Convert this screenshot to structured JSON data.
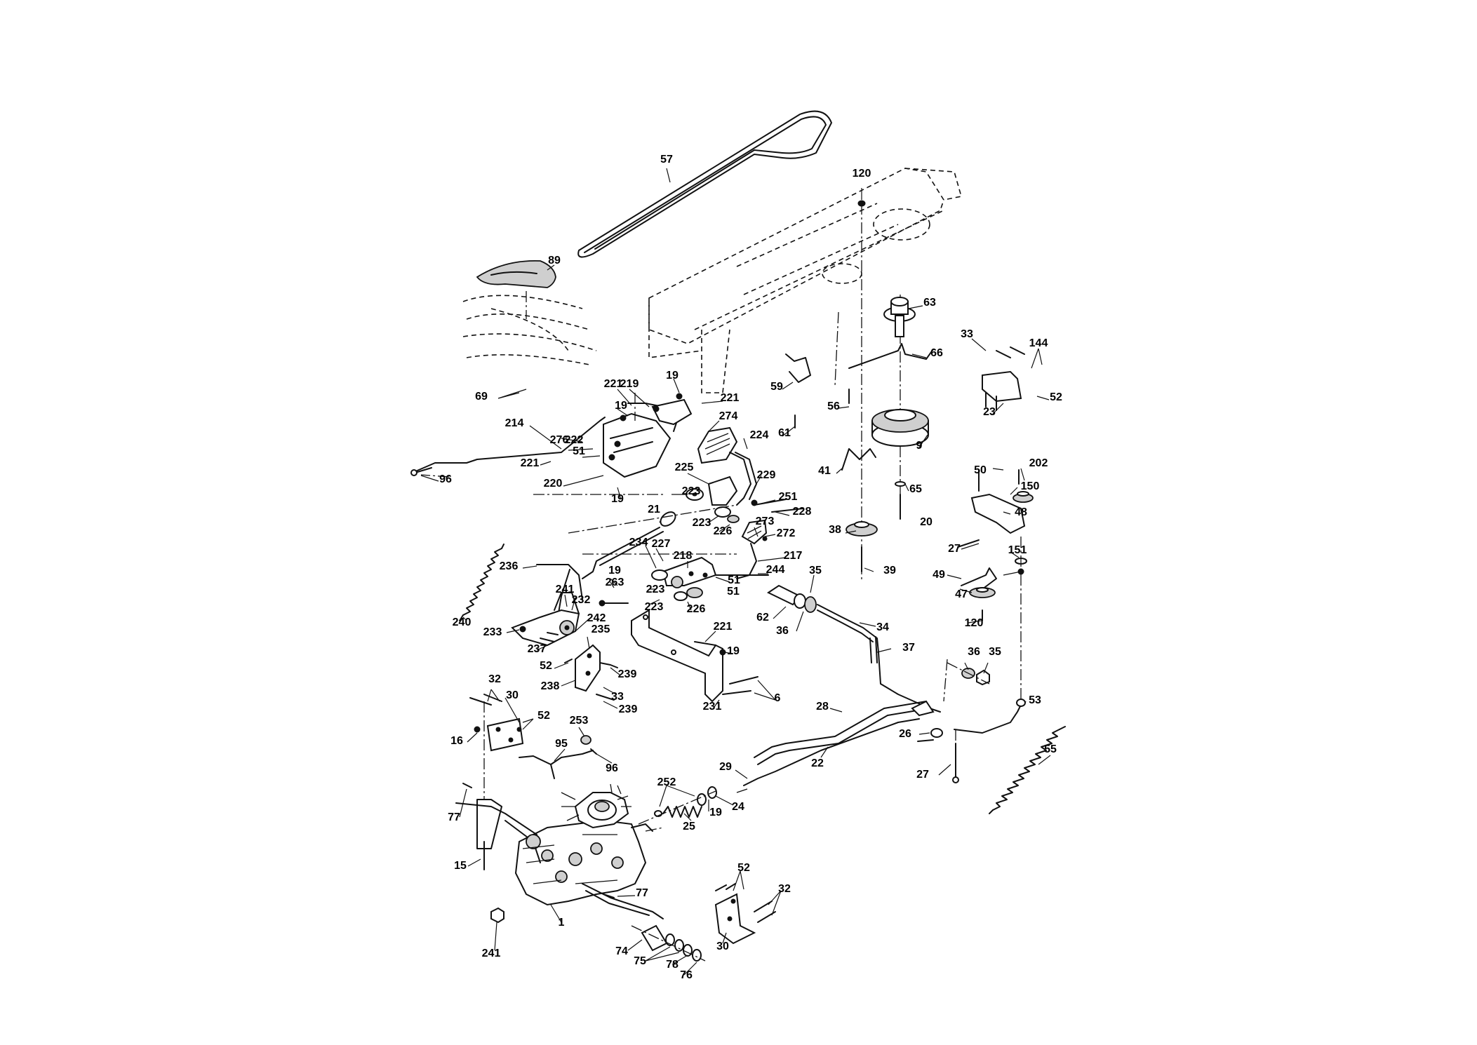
{
  "callouts": [
    {
      "text": "57"
    },
    {
      "text": "120"
    },
    {
      "text": "89"
    },
    {
      "text": "63"
    },
    {
      "text": "33"
    },
    {
      "text": "144"
    },
    {
      "text": "66"
    },
    {
      "text": "52"
    },
    {
      "text": "23"
    },
    {
      "text": "59"
    },
    {
      "text": "56"
    },
    {
      "text": "69"
    },
    {
      "text": "221"
    },
    {
      "text": "219"
    },
    {
      "text": "19"
    },
    {
      "text": "221"
    },
    {
      "text": "19"
    },
    {
      "text": "274"
    },
    {
      "text": "214"
    },
    {
      "text": "61"
    },
    {
      "text": "224"
    },
    {
      "text": "9"
    },
    {
      "text": "276"
    },
    {
      "text": "222"
    },
    {
      "text": "51"
    },
    {
      "text": "221"
    },
    {
      "text": "41"
    },
    {
      "text": "225"
    },
    {
      "text": "229"
    },
    {
      "text": "50"
    },
    {
      "text": "202"
    },
    {
      "text": "96"
    },
    {
      "text": "220"
    },
    {
      "text": "19"
    },
    {
      "text": "223"
    },
    {
      "text": "65"
    },
    {
      "text": "150"
    },
    {
      "text": "251"
    },
    {
      "text": "21"
    },
    {
      "text": "228"
    },
    {
      "text": "48"
    },
    {
      "text": "223"
    },
    {
      "text": "273"
    },
    {
      "text": "20"
    },
    {
      "text": "226"
    },
    {
      "text": "272"
    },
    {
      "text": "38"
    },
    {
      "text": "234"
    },
    {
      "text": "227"
    },
    {
      "text": "217"
    },
    {
      "text": "27"
    },
    {
      "text": "151"
    },
    {
      "text": "218"
    },
    {
      "text": "236"
    },
    {
      "text": "39"
    },
    {
      "text": "51"
    },
    {
      "text": "19"
    },
    {
      "text": "244"
    },
    {
      "text": "35"
    },
    {
      "text": "49"
    },
    {
      "text": "263"
    },
    {
      "text": "51"
    },
    {
      "text": "241"
    },
    {
      "text": "223"
    },
    {
      "text": "47"
    },
    {
      "text": "232"
    },
    {
      "text": "223"
    },
    {
      "text": "62"
    },
    {
      "text": "240"
    },
    {
      "text": "226"
    },
    {
      "text": "120"
    },
    {
      "text": "242"
    },
    {
      "text": "34"
    },
    {
      "text": "36"
    },
    {
      "text": "233"
    },
    {
      "text": "221"
    },
    {
      "text": "235"
    },
    {
      "text": "237"
    },
    {
      "text": "37"
    },
    {
      "text": "19"
    },
    {
      "text": "36"
    },
    {
      "text": "35"
    },
    {
      "text": "52"
    },
    {
      "text": "239"
    },
    {
      "text": "238"
    },
    {
      "text": "33"
    },
    {
      "text": "6"
    },
    {
      "text": "32"
    },
    {
      "text": "30"
    },
    {
      "text": "239"
    },
    {
      "text": "231"
    },
    {
      "text": "53"
    },
    {
      "text": "28"
    },
    {
      "text": "52"
    },
    {
      "text": "253"
    },
    {
      "text": "16"
    },
    {
      "text": "26"
    },
    {
      "text": "95"
    },
    {
      "text": "22"
    },
    {
      "text": "96"
    },
    {
      "text": "55"
    },
    {
      "text": "29"
    },
    {
      "text": "27"
    },
    {
      "text": "252"
    },
    {
      "text": "19"
    },
    {
      "text": "24"
    },
    {
      "text": "77"
    },
    {
      "text": "25"
    },
    {
      "text": "15"
    },
    {
      "text": "52"
    },
    {
      "text": "32"
    },
    {
      "text": "77"
    },
    {
      "text": "1"
    },
    {
      "text": "30"
    },
    {
      "text": "241"
    },
    {
      "text": "74"
    },
    {
      "text": "75"
    },
    {
      "text": "78"
    },
    {
      "text": "76"
    }
  ]
}
